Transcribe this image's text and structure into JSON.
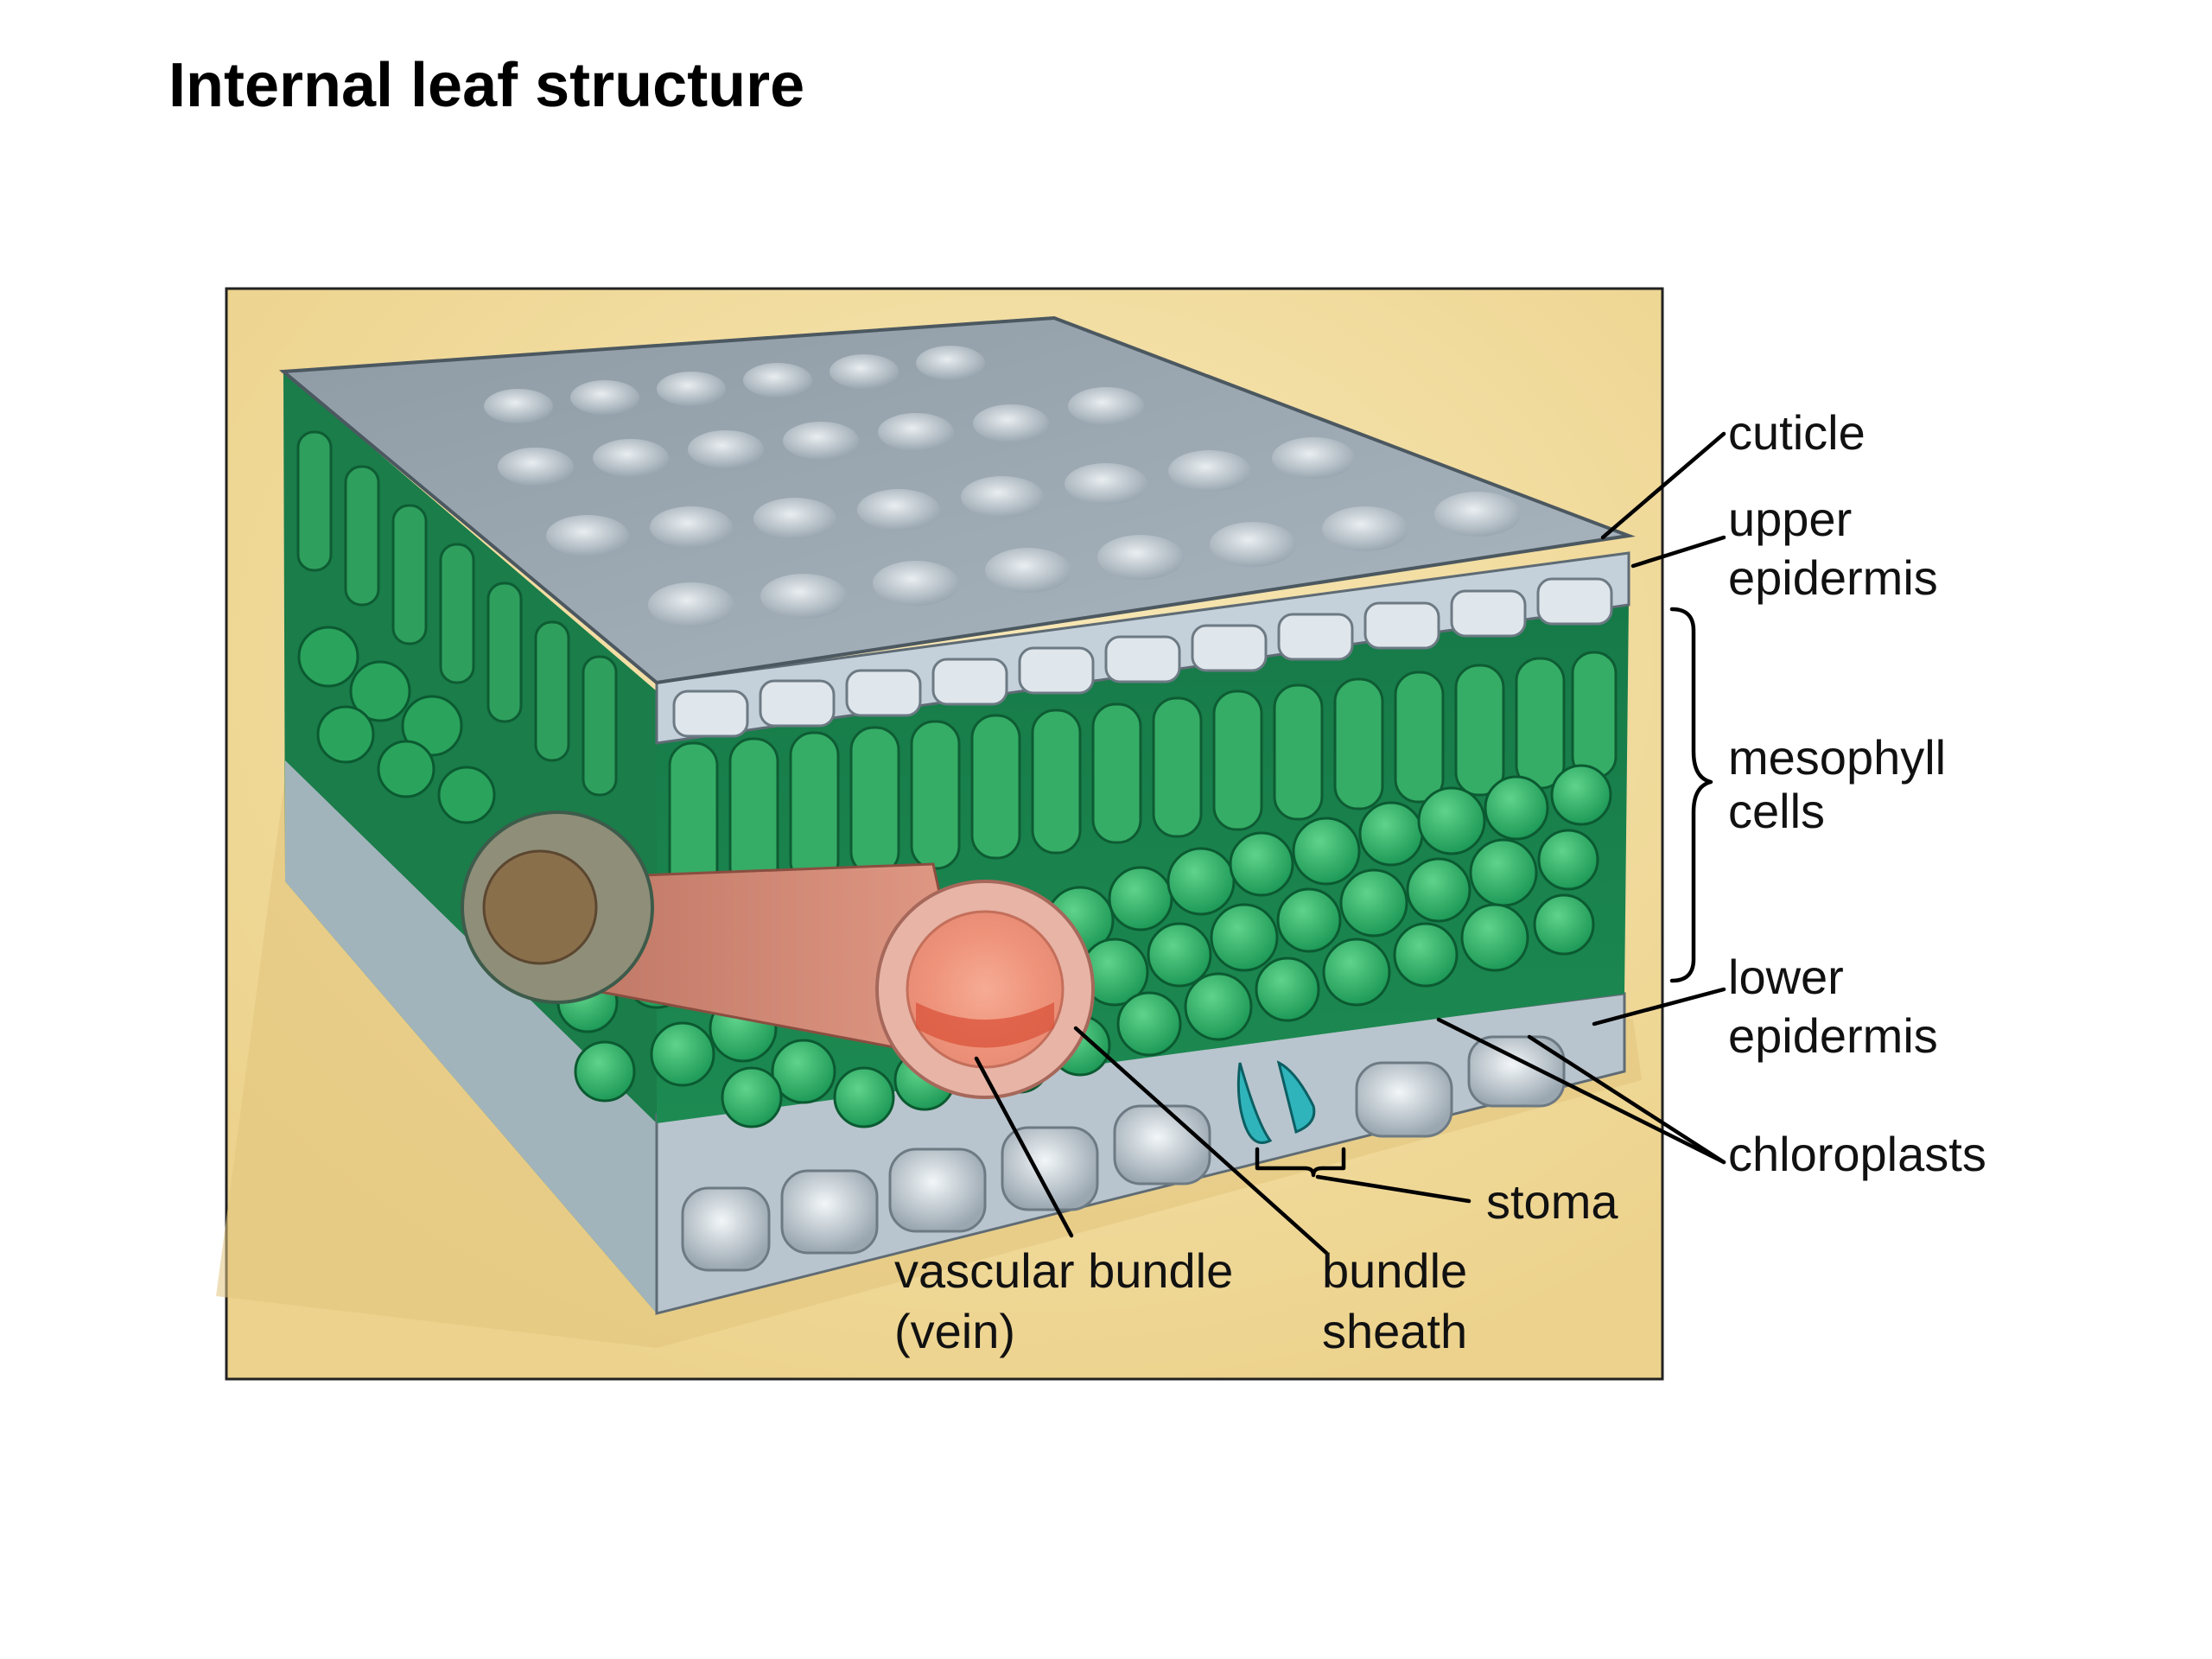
{
  "title": "Internal leaf structure",
  "labels": {
    "cuticle": "cuticle",
    "upper_epidermis": [
      "upper",
      "epidermis"
    ],
    "mesophyll_cells": [
      "mesophyll",
      "cells"
    ],
    "lower_epidermis": [
      "lower",
      "epidermis"
    ],
    "chloroplasts": "chloroplasts",
    "stoma": "stoma",
    "vascular_bundle": [
      "vascular bundle",
      "(vein)"
    ],
    "bundle_sheath": [
      "bundle",
      "sheath"
    ]
  },
  "colors": {
    "panel_background": "#f3dd9e",
    "epidermis": "#c8d3db",
    "mesophyll": "#1f9a5c",
    "spongy_cell": "#33b565",
    "vein": "#d98a76",
    "vein_core": "#f29c84",
    "guard_cells": "#38c1c7"
  }
}
